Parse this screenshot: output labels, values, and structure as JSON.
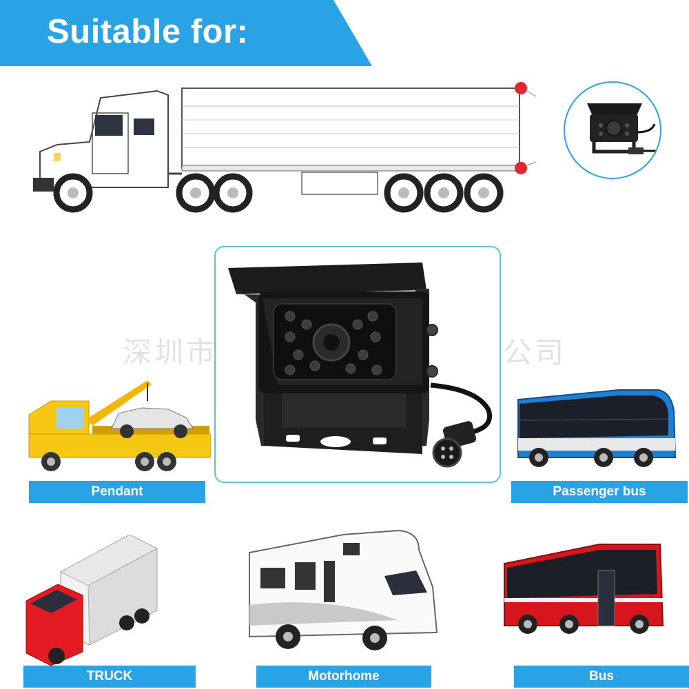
{
  "header": {
    "title": "Suitable for:"
  },
  "watermark": "深圳市奇鑫茂电子商贸有限公司",
  "vehicles": [
    {
      "label": "Pendant"
    },
    {
      "label": "Passenger bus"
    },
    {
      "label": "TRUCK"
    },
    {
      "label": "Motorhome"
    },
    {
      "label": "Bus"
    }
  ],
  "colors": {
    "accent": "#2aa3e6",
    "marker": "#e0262e",
    "frame": "#55c8dc"
  }
}
